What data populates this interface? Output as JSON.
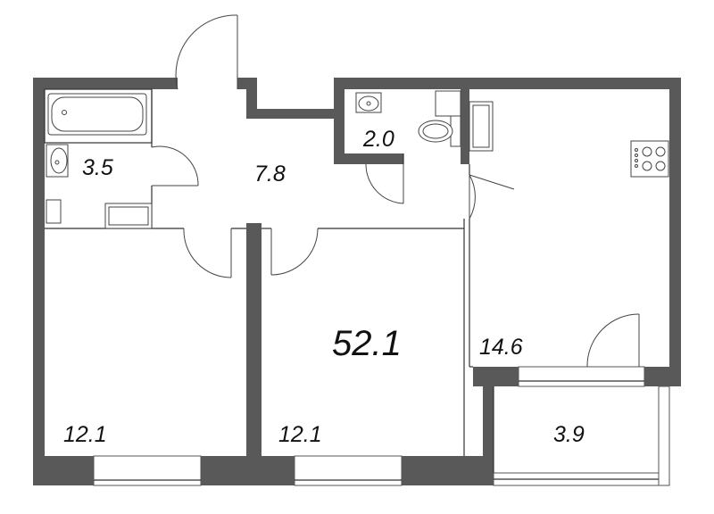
{
  "plan": {
    "total_area": "52.1",
    "rooms": {
      "bathroom": "3.5",
      "hallway": "7.8",
      "wc": "2.0",
      "kitchen": "14.6",
      "bedroom_left": "12.1",
      "bedroom_middle": "12.1",
      "balcony": "3.9"
    }
  },
  "colors": {
    "wall": "#595959",
    "background": "#ffffff"
  },
  "icons": [
    "bathtub-icon",
    "sink-icon",
    "toilet-icon",
    "stove-icon"
  ]
}
